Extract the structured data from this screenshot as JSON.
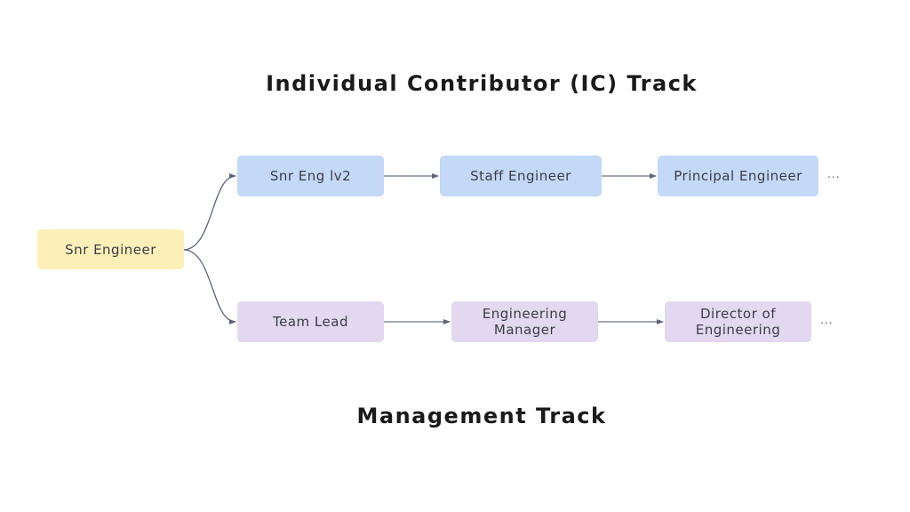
{
  "titles": {
    "ic_track": "Individual Contributor (IC) Track",
    "management_track": "Management Track"
  },
  "colors": {
    "start_node": "#fcefb8",
    "ic_node": "#c4d8f7",
    "management_node": "#e2d8ef",
    "connector": "#5c6478"
  },
  "start": {
    "label": "Snr Engineer"
  },
  "ic_track": {
    "nodes": [
      {
        "label": "Snr Eng lv2"
      },
      {
        "label": "Staff Engineer"
      },
      {
        "label": "Principal Engineer"
      }
    ],
    "continuation": "..."
  },
  "management_track": {
    "nodes": [
      {
        "label": "Team Lead"
      },
      {
        "label": "Engineering Manager"
      },
      {
        "label": "Director of Engineering"
      }
    ],
    "continuation": "..."
  }
}
